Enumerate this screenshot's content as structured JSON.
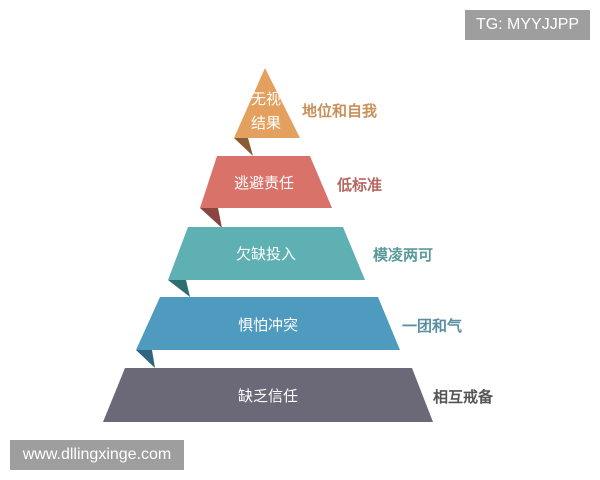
{
  "watermark_top": "TG: MYYJJPP",
  "watermark_bottom": "www.dllingxinge.com",
  "pyramid": [
    {
      "line1": "无视",
      "line2": "结果",
      "label": "地位和自我",
      "color": "#e3a05e",
      "label_color": "#c8905a"
    },
    {
      "text": "逃避责任",
      "label": "低标准",
      "color": "#d9736a",
      "label_color": "#b5675f"
    },
    {
      "text": "欠缺投入",
      "label": "模凌两可",
      "color": "#5fb0b3",
      "label_color": "#5a9a9a"
    },
    {
      "text": "惧怕冲突",
      "label": "一团和气",
      "color": "#4f9bc0",
      "label_color": "#5a8fa0"
    },
    {
      "text": "缺乏信任",
      "label": "相互戒备",
      "color": "#6b6878",
      "label_color": "#555555"
    }
  ]
}
